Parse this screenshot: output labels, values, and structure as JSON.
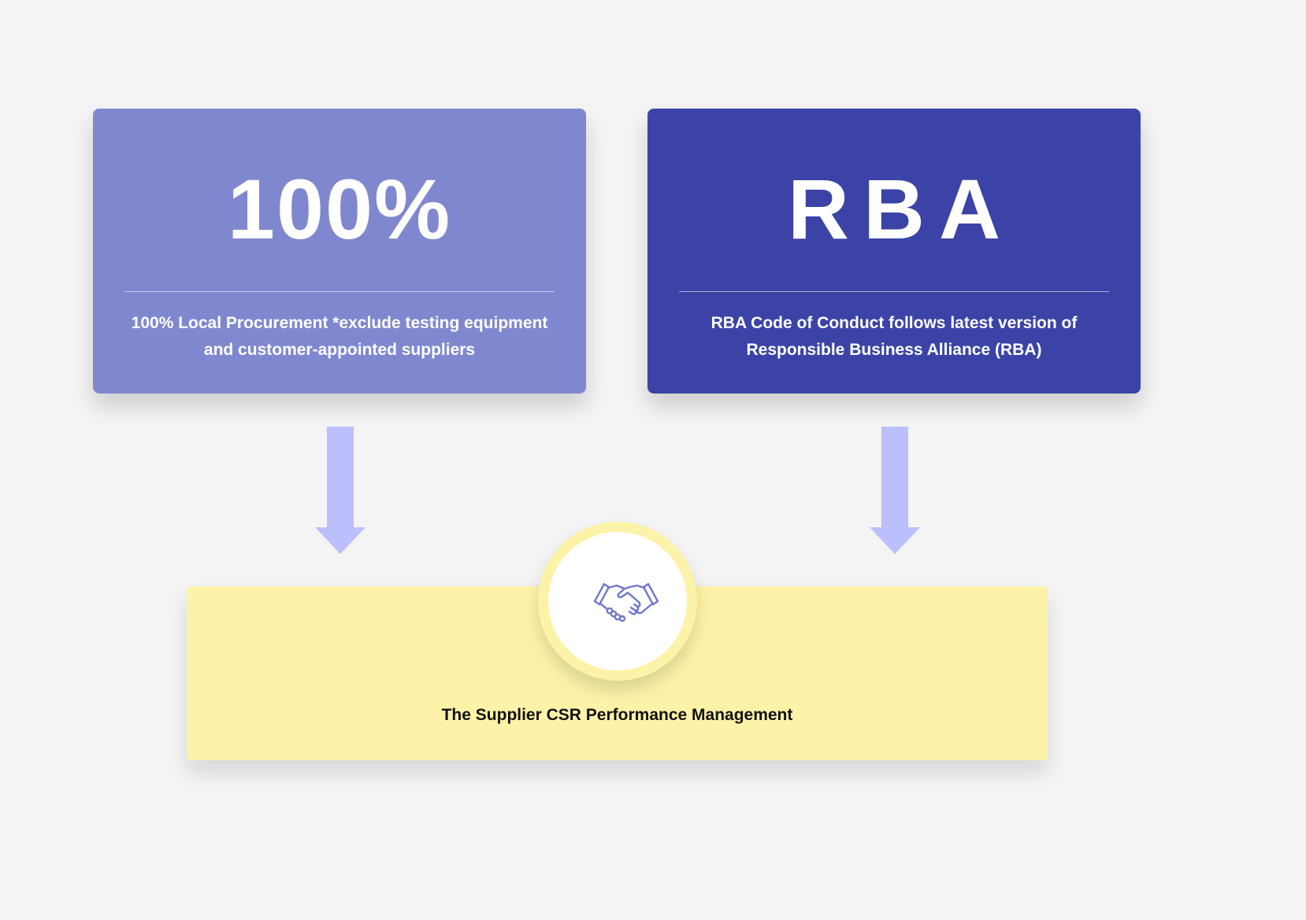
{
  "cards": [
    {
      "headline": "100%",
      "description": "100% Local Procurement *exclude testing equipment and customer-appointed suppliers",
      "color": "#7f88cf"
    },
    {
      "headline": "RBA",
      "description": "RBA Code of Conduct follows latest version of Responsible Business Alliance (RBA)",
      "color": "#3b44a6"
    }
  ],
  "bottom": {
    "label": "The Supplier CSR Performance Management",
    "icon": "handshake-icon",
    "color": "#fdf3a8"
  },
  "arrow_color": "#bbbffb"
}
